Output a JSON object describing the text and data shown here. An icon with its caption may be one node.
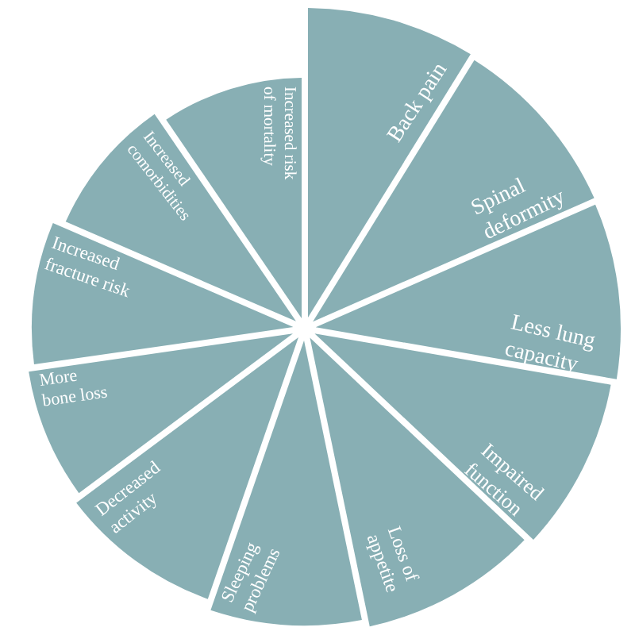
{
  "diagram": {
    "nodes": [
      {
        "text": [
          "Back pain"
        ]
      },
      {
        "text": [
          "Spinal deformity"
        ]
      },
      {
        "text": [
          "Less lung capacity"
        ]
      },
      {
        "text": [
          "Impaired function"
        ]
      },
      {
        "text": [
          "Loss of appetite"
        ]
      },
      {
        "text": [
          "Sleeping problems"
        ]
      },
      {
        "text": [
          "Decreased activity"
        ]
      },
      {
        "text": [
          "More bone loss"
        ]
      },
      {
        "text": [
          "Increased fracture risk"
        ]
      },
      {
        "text": [
          "Increased comorbidities"
        ]
      },
      {
        "text": [
          "Increased risk of mortality"
        ]
      }
    ]
  }
}
